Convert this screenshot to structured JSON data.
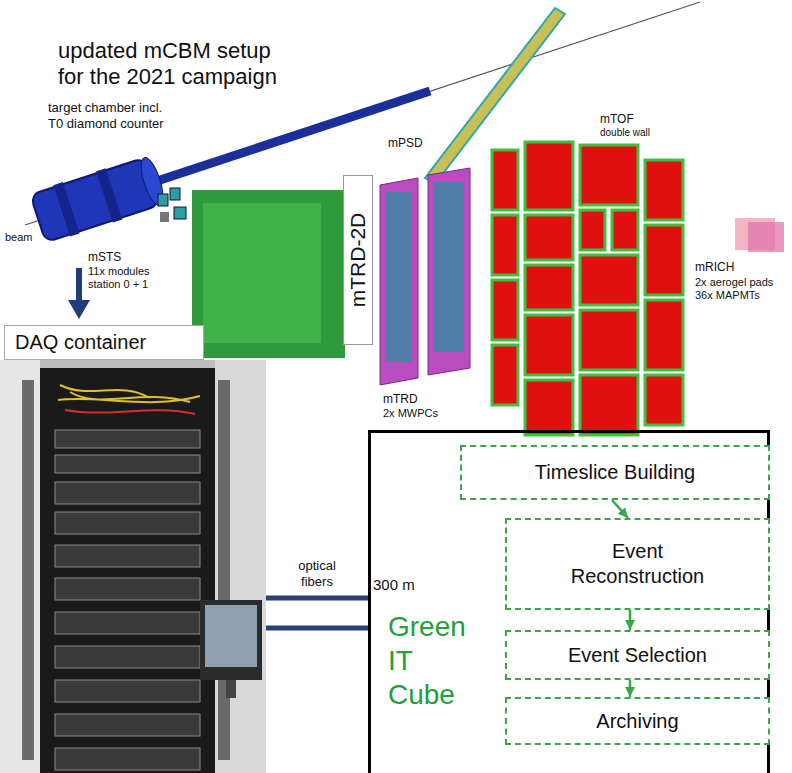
{
  "diagram": {
    "title": "updated mCBM setup for the 2021 campaign",
    "nodes": [
      {
        "text": [
          "DAQ container"
        ]
      },
      {
        "text": [
          "Green IT Cube"
        ]
      },
      {
        "text": [
          "Timeslice Building"
        ],
        "in": 1
      },
      {
        "text": [
          "Event Reconstruction"
        ],
        "in": 1
      },
      {
        "text": [
          "Event Selection"
        ],
        "in": 1
      },
      {
        "text": [
          "Archiving"
        ],
        "in": 1
      }
    ],
    "edges": [
      {
        "from": 0,
        "to": 1,
        "arrow": "none",
        "label": "optical fibers"
      },
      {
        "from": 0,
        "to": 1,
        "arrow": "none"
      },
      {
        "from": 2,
        "to": 3,
        "arrow": "to"
      },
      {
        "from": 3,
        "to": 4,
        "arrow": "to"
      },
      {
        "from": 4,
        "to": 5,
        "arrow": "to"
      }
    ],
    "labels": [
      "target chamber incl. T0 diamond counter",
      "beam",
      "mSTS",
      "11x modules station 0 + 1",
      "mTRD-2D",
      "mPSD",
      "mTRD",
      "2x MWPCs",
      "mTOF",
      "double wall",
      "mRICH",
      "2x aerogel pads 36x MAPMTs",
      "300 m"
    ]
  }
}
